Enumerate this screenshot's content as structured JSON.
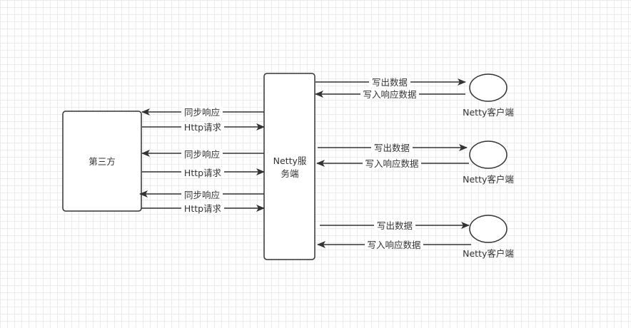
{
  "nodes": {
    "third_party": {
      "label": "第三方"
    },
    "netty_server": {
      "label_line1": "Netty服",
      "label_line2": "务端"
    },
    "clients": [
      {
        "label": "Netty客户端"
      },
      {
        "label": "Netty客户端"
      },
      {
        "label": "Netty客户端"
      }
    ]
  },
  "edges": {
    "sync_response": "同步响应",
    "http_request": "Http请求",
    "write_out": "写出数据",
    "write_in": "写入响应数据"
  },
  "colors": {
    "stroke": "#333333",
    "text": "#333333"
  }
}
